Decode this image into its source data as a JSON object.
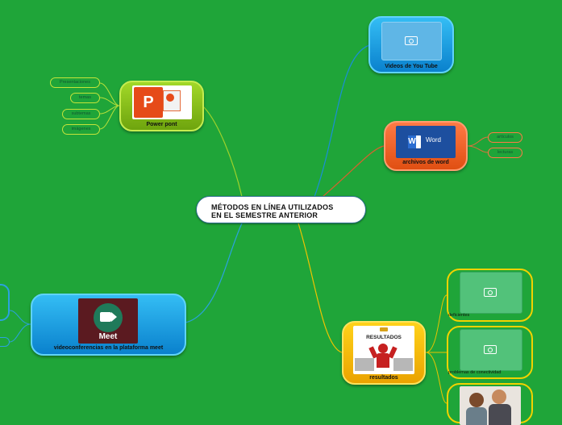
{
  "central": {
    "line1": "MÉTODOS EN LÍNEA UTILIZADOS",
    "line2": "EN EL SEMESTRE ANTERIOR"
  },
  "topics": {
    "powerpoint": {
      "label": "Power pont",
      "children": [
        "Presentaciones",
        "temas",
        "subtemas",
        "imágenes"
      ]
    },
    "youtube": {
      "label": "Videos de You Tube"
    },
    "word": {
      "label": "archivos de word",
      "icon_text": "Word",
      "children": [
        "artículos",
        "lecturas"
      ]
    },
    "meet": {
      "label": "videoconferencias en la plataforma meet",
      "icon_text": "Meet"
    },
    "resultados": {
      "label": "resultados",
      "image_text": "RESULTADOS",
      "children": [
        "deficientes",
        "problemas de conectividad"
      ]
    }
  },
  "colors": {
    "background": "#1fa539",
    "green": "#8cc51c",
    "blue": "#1ba2e6",
    "orange": "#f0622a",
    "yellow": "#f5b800"
  },
  "icons": {
    "placeholder": "camera-icon"
  }
}
